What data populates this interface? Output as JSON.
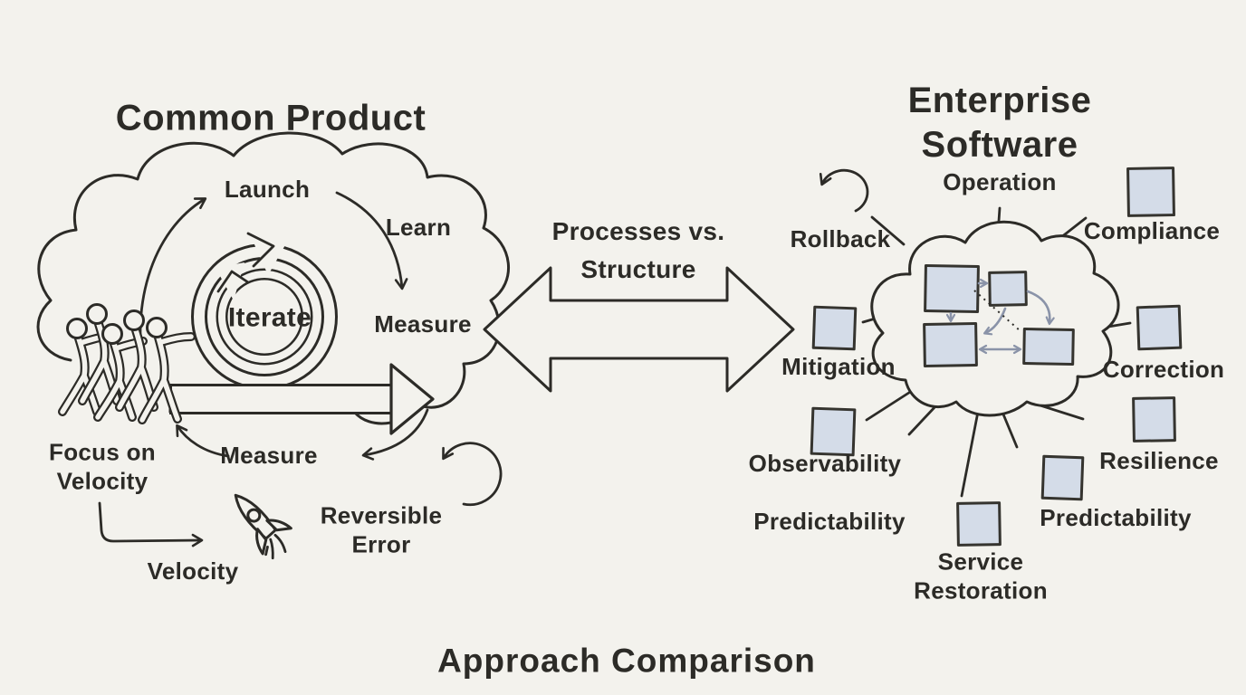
{
  "colors": {
    "background": "#f3f2ed",
    "ink": "#2c2b27",
    "box_fill": "#d4dce8",
    "box_stroke": "#35342f",
    "flow_arrow": "#8a93a8"
  },
  "titles": {
    "left": "Common Product",
    "right": "Enterprise Software",
    "center": "Processes vs.\nStructure",
    "bottom": "Approach Comparison"
  },
  "left_diagram": {
    "cycle": {
      "launch": "Launch",
      "learn": "Learn",
      "iterate": "Iterate",
      "measure_side": "Measure",
      "measure_loop": "Measure"
    },
    "annotations": {
      "focus_on_velocity": "Focus on\nVelocity",
      "velocity": "Velocity",
      "reversible_error": "Reversible\nError"
    },
    "icons": [
      "team-pushing",
      "iteration-spiral",
      "rocket",
      "loop-arrow"
    ]
  },
  "right_diagram": {
    "nodes": {
      "rollback": "Rollback",
      "operation": "Operation",
      "compliance": "Compliance",
      "mitigation": "Mitigation",
      "correction": "Correction",
      "observability": "Observability",
      "predictability_left": "Predictability",
      "resilience": "Resilience",
      "predictability_right": "Predictability",
      "service_restoration": "Service\nRestoration"
    },
    "icons": [
      "rollback-arrow",
      "architecture-cloud",
      "component-boxes"
    ]
  }
}
